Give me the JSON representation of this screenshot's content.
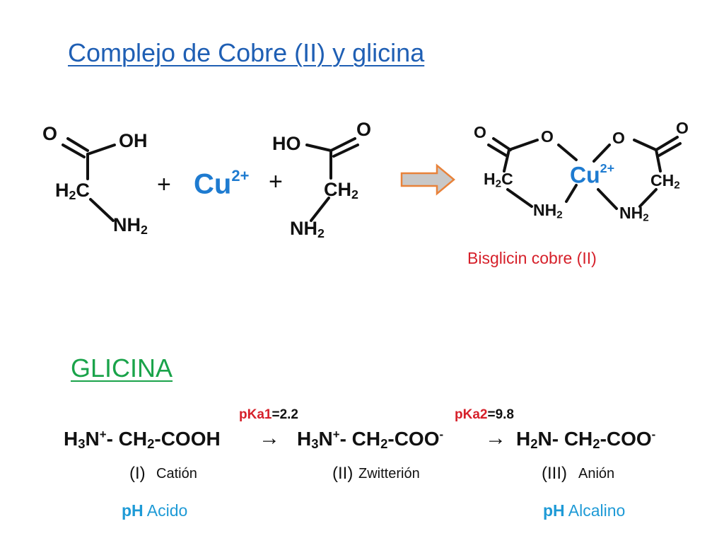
{
  "title": "Complejo de Cobre (II) y glicina",
  "reaction": {
    "left_glycine": {
      "carbonyl_o": "O",
      "hydroxyl": "OH",
      "ch2": "H2C",
      "amine": "NH2"
    },
    "plus_1": "+",
    "copper": {
      "symbol": "Cu",
      "charge": "2+"
    },
    "plus_2": "+",
    "right_glycine": {
      "hydroxyl": "HO",
      "carbonyl_o": "O",
      "ch2": "CH2",
      "amine": "NH2"
    },
    "product": {
      "o_left": "O",
      "o_bridge_left": "O",
      "ch2_left": "H2C",
      "nh2_left": "NH2",
      "copper_symbol": "Cu",
      "copper_charge": "2+",
      "o_bridge_right": "O",
      "o_right": "O",
      "ch2_right": "CH2",
      "nh2_right": "NH2",
      "label": "Bisglicin cobre (II)"
    }
  },
  "glicina": {
    "title": "GLICINA",
    "pka1": {
      "name": "pKa1",
      "value": "=2.2"
    },
    "pka2": {
      "name": "pKa2",
      "value": "=9.8"
    },
    "species": [
      {
        "formula": "H3N+- CH2-COOH",
        "roman": "(I)",
        "name": "Catión"
      },
      {
        "formula": "H3N+- CH2-COO-",
        "roman": "(II)",
        "name": "Zwitterión"
      },
      {
        "formula": "H2N- CH2-COO-",
        "roman": "(III)",
        "name": "Anión"
      }
    ],
    "arrow_symbol": "→",
    "ph_left": {
      "ph": "pH",
      "label": "Acido"
    },
    "ph_right": {
      "ph": "pH",
      "label": "Alcalino"
    }
  },
  "colors": {
    "title": "#1f5fb4",
    "glicina_title": "#1aa34a",
    "copper": "#1e7bd0",
    "product_label": "#d6202a",
    "pka_name": "#d6202a",
    "ph_text": "#1e9ad6",
    "reaction_arrow_fill": "#c8c8c8",
    "reaction_arrow_stroke": "#e8823a"
  }
}
